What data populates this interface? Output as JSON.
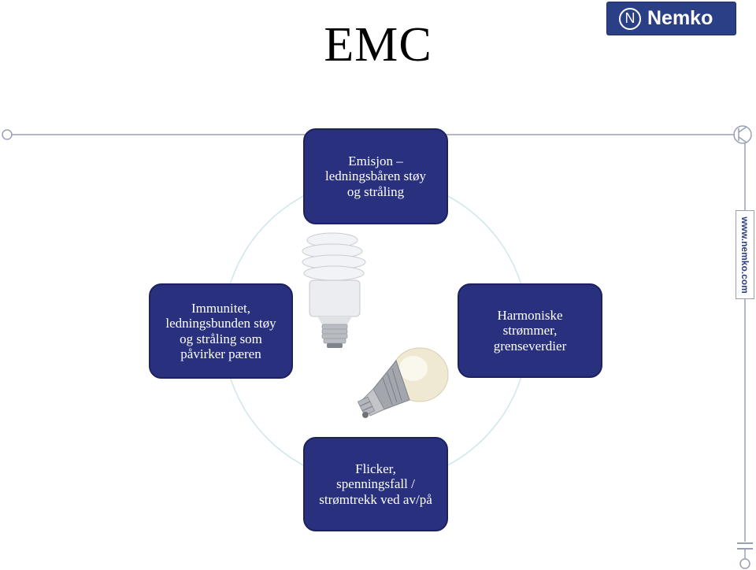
{
  "title": "EMC",
  "logo": {
    "mark": "N",
    "text": "Nemko"
  },
  "side_url": "www.nemko.com",
  "nodes": {
    "top": "Emisjon –\nledningsbåren støy\nog stråling",
    "left": "Immunitet,\nledningsbunden støy\nog stråling som\npåvirker pæren",
    "right": "Harmoniske\nstrømmer,\ngrenseverdier",
    "bottom": "Flicker,\nspenningsfall /\nstrømtrekk ved av/på"
  },
  "colors": {
    "node_fill": "#29317f",
    "circle": "#cfe6ea",
    "brand": "#2b3f86"
  }
}
